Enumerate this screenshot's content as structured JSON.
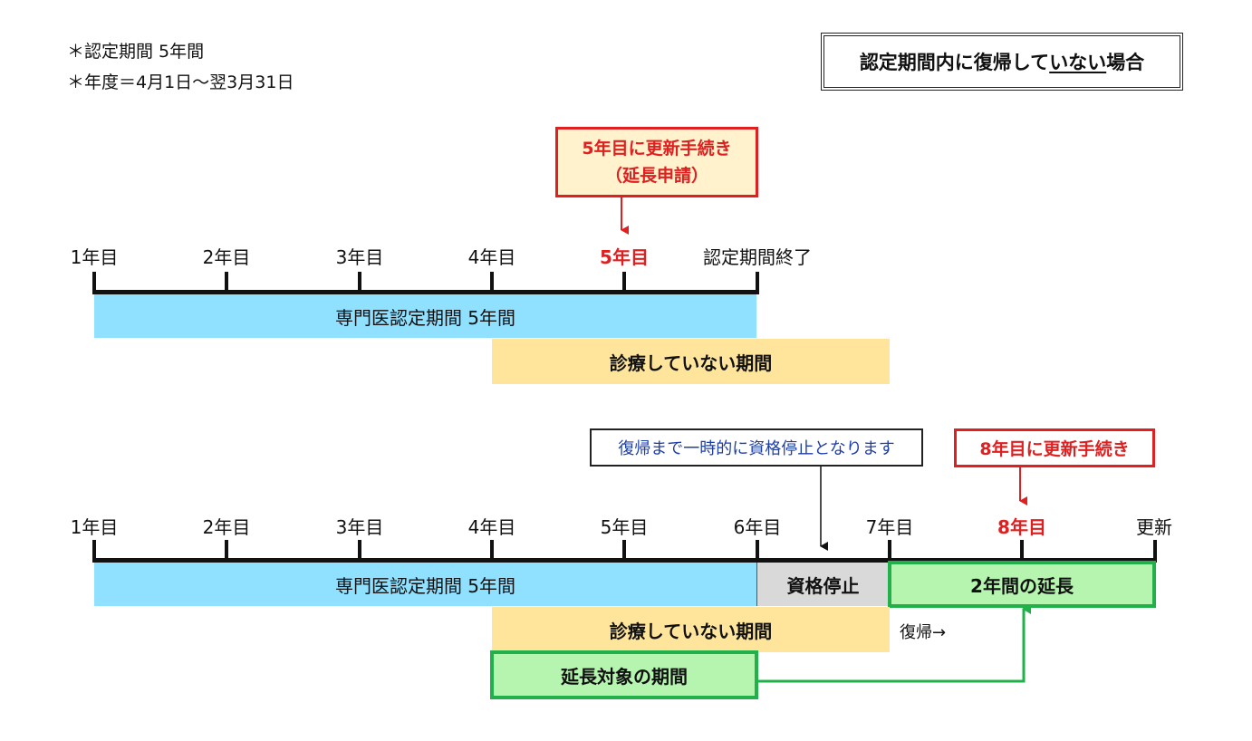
{
  "notes": [
    "＊認定期間 5年間",
    "＊年度＝4月1日～翌3月31日"
  ],
  "title": {
    "pre": "認定期間内に復帰して",
    "underlined": "いない",
    "post": "場合"
  },
  "top": {
    "callout_line1": "5年目に更新手続き",
    "callout_line2": "（延長申請）",
    "years": [
      "1年目",
      "2年目",
      "3年目",
      "4年目",
      "5年目",
      "認定期間終了"
    ],
    "blue_bar": "専門医認定期間 5年間",
    "yellow_bar": "診療していない期間"
  },
  "bottom": {
    "suspend_callout": "復帰まで一時的に資格停止となります",
    "renew_callout": "8年目に更新手続き",
    "years": [
      "1年目",
      "2年目",
      "3年目",
      "4年目",
      "5年目",
      "6年目",
      "7年目",
      "8年目",
      "更新"
    ],
    "blue_bar": "専門医認定期間 5年間",
    "gray_bar": "資格停止",
    "green_bar": "2年間の延長",
    "yellow_bar": "診療していない期間",
    "return_label": "復帰→",
    "extension_box": "延長対象の期間"
  },
  "colors": {
    "red": "#e02020",
    "green": "#22b04a",
    "blue_bar": "#90e0ff",
    "yellow_bar": "#ffe59c",
    "text_blue": "#1f3fa8"
  }
}
